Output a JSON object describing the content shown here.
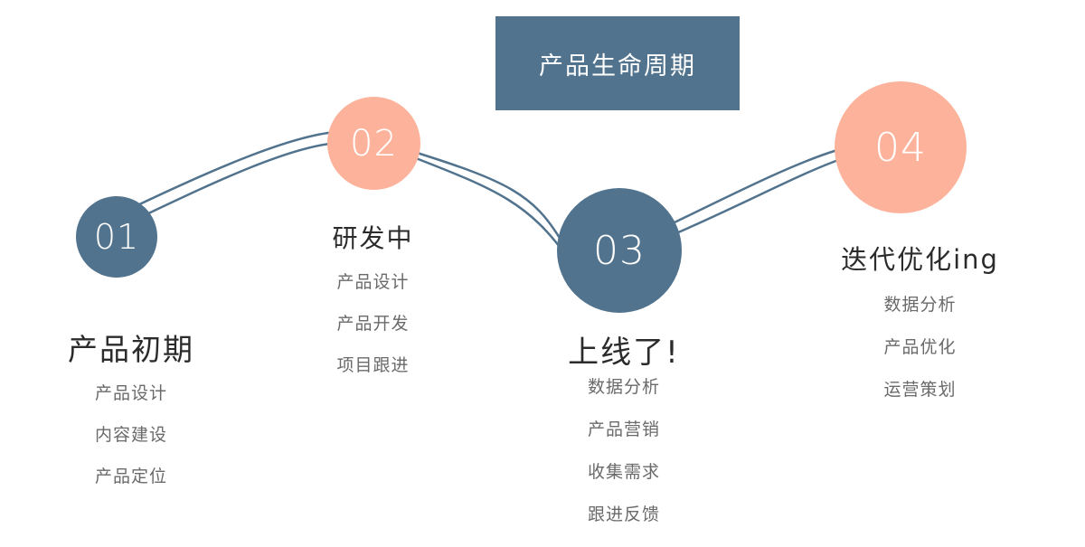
{
  "title": "产品生命周期",
  "colors": {
    "blue": "#52738d",
    "peach": "#fdb39b",
    "line": "#52738d"
  },
  "stages": [
    {
      "number": "01",
      "title": "产品初期",
      "items": [
        "产品设计",
        "内容建设",
        "产品定位"
      ]
    },
    {
      "number": "02",
      "title": "研发中",
      "items": [
        "产品设计",
        "产品开发",
        "项目跟进"
      ]
    },
    {
      "number": "03",
      "title": "上线了!",
      "items": [
        "数据分析",
        "产品营销",
        "收集需求",
        "跟进反馈"
      ]
    },
    {
      "number": "04",
      "title": "迭代优化ing",
      "items": [
        "数据分析",
        "产品优化",
        "运营策划"
      ]
    }
  ]
}
